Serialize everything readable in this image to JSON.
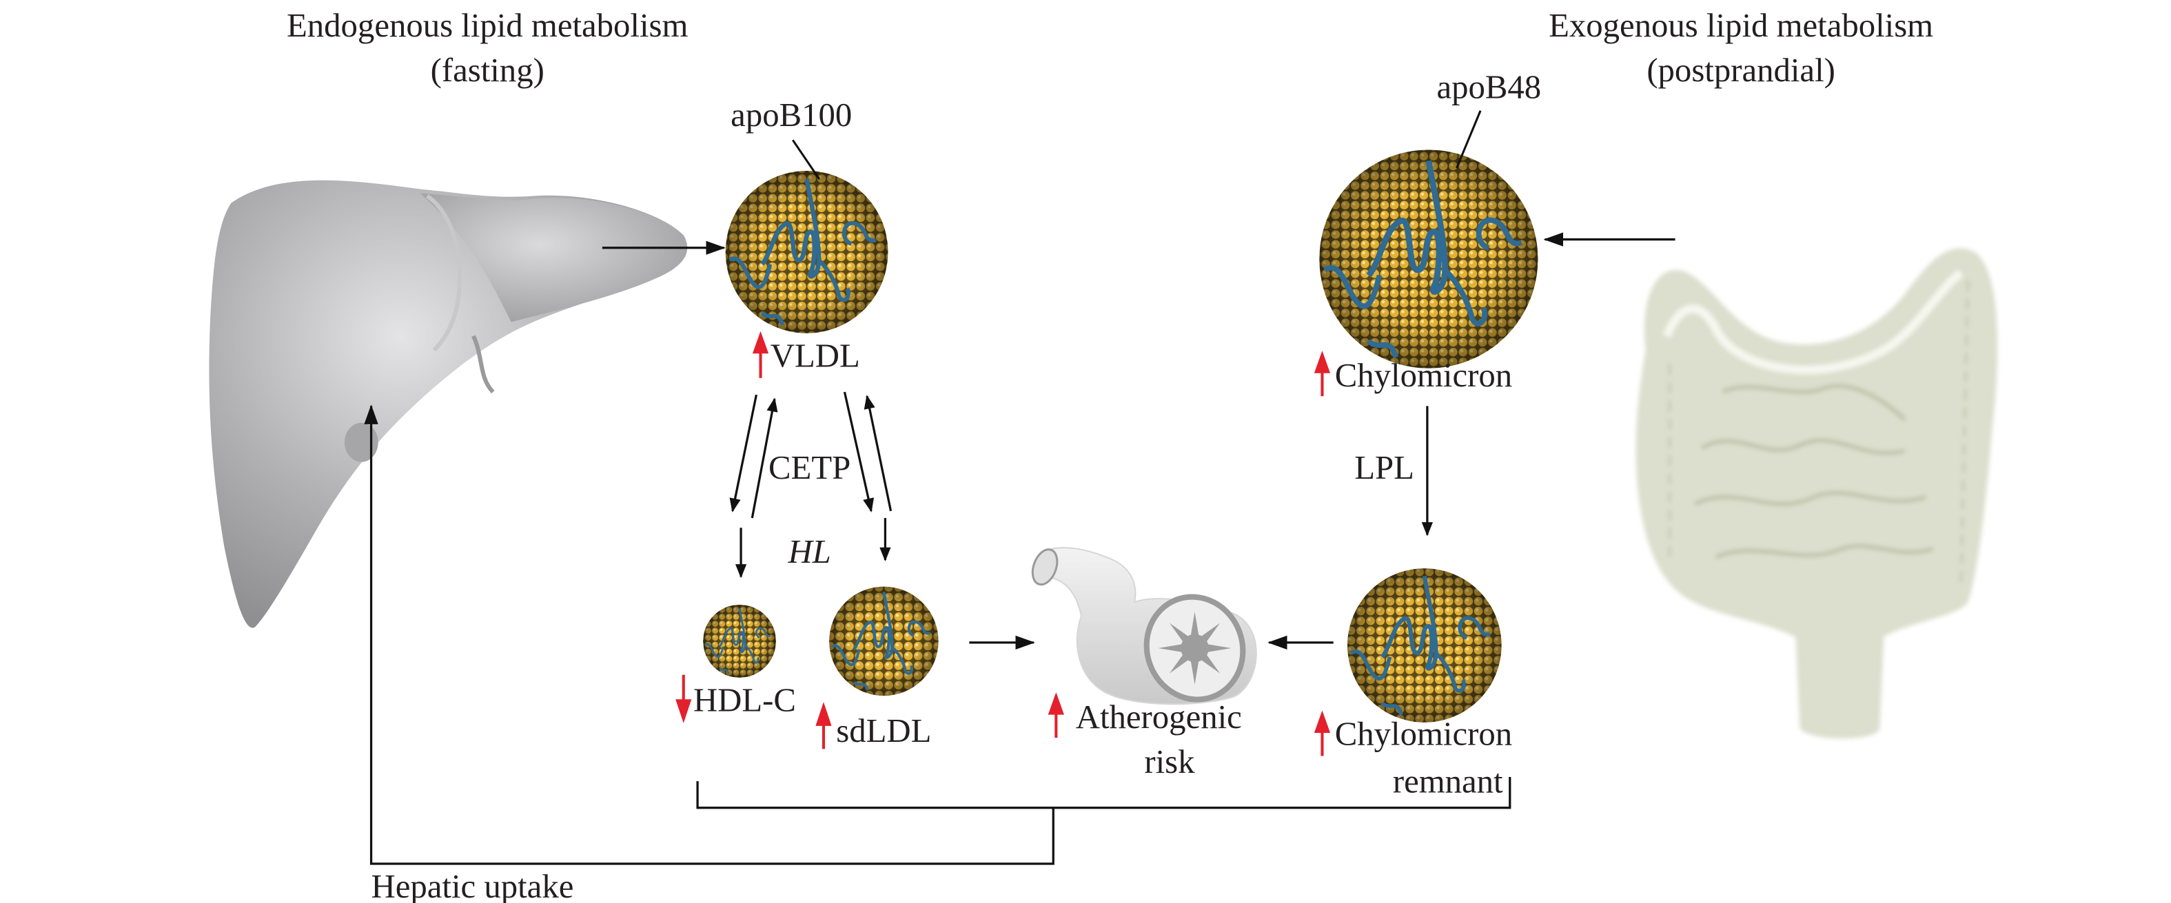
{
  "titles": {
    "endogenous_line1": "Endogenous lipid metabolism",
    "endogenous_line2": "(fasting)",
    "exogenous_line1": "Exogenous lipid metabolism",
    "exogenous_line2": "(postprandial)"
  },
  "particles": {
    "vldl": {
      "label": "VLDL",
      "apolipoprotein": "apoB100",
      "trend": "up"
    },
    "chylomicron": {
      "label": "Chylomicron",
      "apolipoprotein": "apoB48",
      "trend": "up"
    },
    "hdl": {
      "label": "HDL-C",
      "trend": "down"
    },
    "sdldl": {
      "label": "sdLDL",
      "trend": "up"
    },
    "chylomicron_remnant": {
      "label_line1": "Chylomicron",
      "label_line2": "remnant",
      "trend": "up"
    }
  },
  "enzymes": {
    "cetp": "CETP",
    "hl": "HL",
    "lpl": "LPL"
  },
  "outcome": {
    "label_line1": "Atherogenic",
    "label_line2": "risk",
    "trend": "up"
  },
  "pathway": {
    "hepatic_uptake": "Hepatic uptake"
  },
  "organs": {
    "liver": "liver-illustration",
    "intestine": "intestine-illustration",
    "artery": "artery-illustration"
  },
  "colors": {
    "lipid_core": "#d8a42c",
    "apoprotein_strand": "#2f6b93",
    "increase_arrow": "#e3202b",
    "liver": "#a9a9ab",
    "intestine": "#d9dccb"
  }
}
